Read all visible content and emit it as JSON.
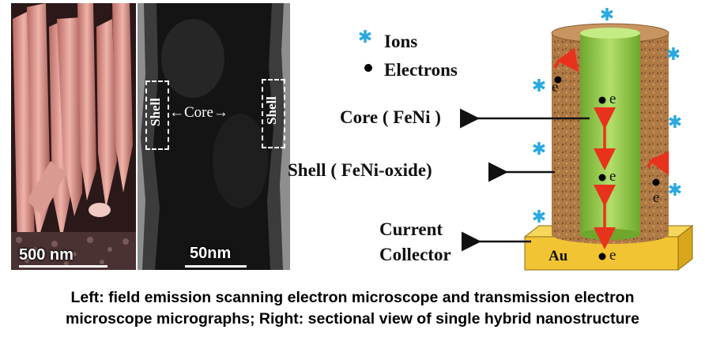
{
  "micrographs": {
    "sem": {
      "scale_label": "500 nm"
    },
    "tem": {
      "scale_label": "50nm",
      "shell_label": "Shell",
      "core_label": "←Core→"
    }
  },
  "legend": {
    "ions_label": "Ions",
    "electrons_label": "Electrons"
  },
  "diagram": {
    "core_label": "Core ( FeNi )",
    "shell_label": "Shell ( FeNi-oxide)",
    "collector_line1": "Current",
    "collector_line2": "Collector",
    "au_label": "Au",
    "electron_symbol": "e",
    "colors": {
      "ion": "#29a9e1",
      "core": "#8cc63f",
      "shell": "#b07a45",
      "substrate": "#f2c433",
      "arrow": "#e8321c"
    }
  },
  "caption": {
    "line1": "Left: field emission scanning electron microscope and transmission electron",
    "line2": "microscope micrographs; Right: sectional view of single hybrid nanostructure"
  }
}
